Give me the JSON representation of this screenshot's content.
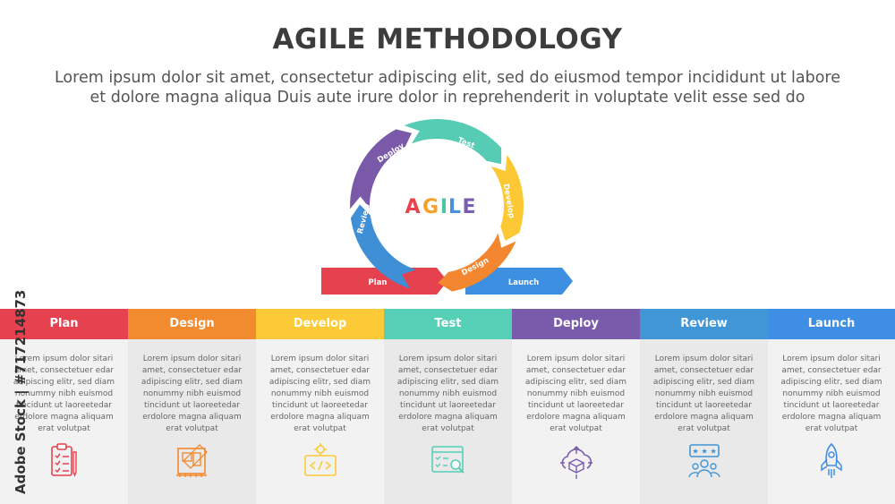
{
  "header": {
    "title": "AGILE METHODOLOGY",
    "subtitle_lines": [
      "Lorem ipsum dolor sit amet, consectetur adipiscing elit, sed do eiusmod tempor incididunt ut labore",
      "et dolore magna aliqua Duis aute irure dolor in reprehenderit in voluptate velit esse sed do"
    ]
  },
  "cycle": {
    "center_word": [
      "A",
      "G",
      "I",
      "L",
      "E"
    ],
    "center_colors": [
      "#e8424b",
      "#f5a12a",
      "#48c7a6",
      "#4a8ee0",
      "#7d5cb4"
    ],
    "segments": [
      {
        "label": "Deploy",
        "color": "#7a5aa8"
      },
      {
        "label": "Test",
        "color": "#56ccb4"
      },
      {
        "label": "Develop",
        "color": "#fcc935"
      },
      {
        "label": "Design",
        "color": "#f2872f"
      },
      {
        "label": "Review",
        "color": "#3f8fd6"
      }
    ],
    "plan_arrow": {
      "label": "Plan",
      "color": "#e5414e"
    },
    "launch_arrow": {
      "label": "Launch",
      "color": "#3d8fe2"
    }
  },
  "columns": [
    {
      "title": "Plan",
      "color": "#e6414e",
      "icon": "clipboard-checklist-icon",
      "text": "Lorem ipsum dolor sitari amet, consectetuer edar adipiscing elitr, sed diam nonummy nibh euismod tincidunt ut laoreetedar erdolore magna aliquam erat volutpat"
    },
    {
      "title": "Design",
      "color": "#f28a30",
      "icon": "blueprint-ruler-icon",
      "text": "Lorem ipsum dolor sitari amet, consectetuer edar adipiscing elitr, sed diam nonummy nibh euismod tincidunt ut laoreetedar erdolore magna aliquam erat volutpat"
    },
    {
      "title": "Develop",
      "color": "#fcca36",
      "icon": "code-gear-icon",
      "text": "Lorem ipsum dolor sitari amet, consectetuer edar adipiscing elitr, sed diam nonummy nibh euismod tincidunt ut laoreetedar erdolore magna aliquam erat volutpat"
    },
    {
      "title": "Test",
      "color": "#56cfb7",
      "icon": "browser-search-icon",
      "text": "Lorem ipsum dolor sitari amet, consectetuer edar adipiscing elitr, sed diam nonummy nibh euismod tincidunt ut laoreetedar erdolore magna aliquam erat volutpat"
    },
    {
      "title": "Deploy",
      "color": "#7a5bab",
      "icon": "cloud-box-icon",
      "text": "Lorem ipsum dolor sitari amet, consectetuer edar adipiscing elitr, sed diam nonummy nibh euismod tincidunt ut laoreetedar erdolore magna aliquam erat volutpat"
    },
    {
      "title": "Review",
      "color": "#4196d6",
      "icon": "rating-people-icon",
      "text": "Lorem ipsum dolor sitari amet, consectetuer edar adipiscing elitr, sed diam nonummy nibh euismod tincidunt ut laoreetedar erdolore magna aliquam erat volutpat"
    },
    {
      "title": "Launch",
      "color": "#3f8ee6",
      "icon": "rocket-icon",
      "text": "Lorem ipsum dolor sitari amet, consectetuer edar adipiscing elitr, sed diam nonummy nibh euismod tincidunt ut laoreetedar erdolore magna aliquam erat volutpat"
    }
  ],
  "watermark": {
    "text": "Adobe Stock | #717214873"
  }
}
